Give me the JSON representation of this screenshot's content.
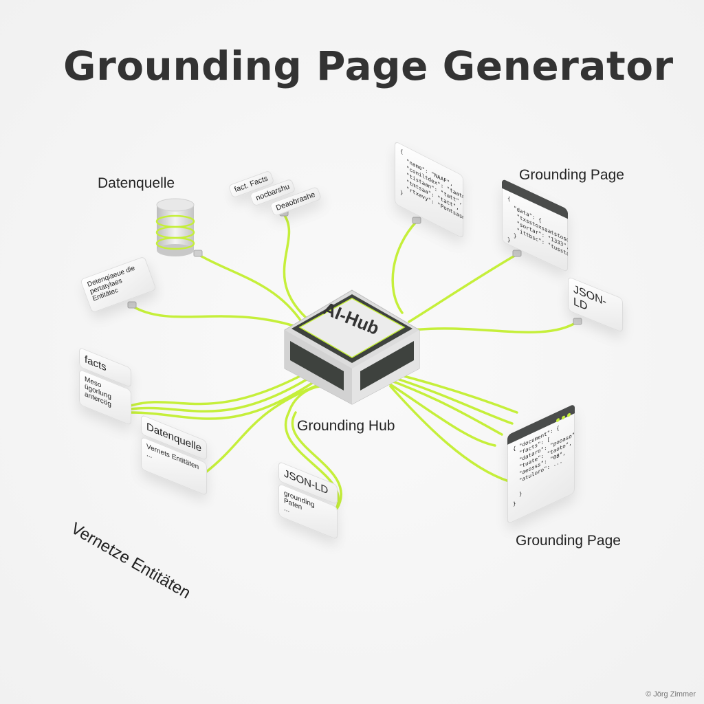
{
  "title": "Grounding Page Generator",
  "colors": {
    "cable": "#c5ef3a",
    "hub_body": "#e6e6e6",
    "port": "#3e423e",
    "text": "#222222"
  },
  "data_source": {
    "label": "Datenquelle",
    "icon": "database-icon",
    "tags": [
      "fact. Facts",
      "nocbarshu",
      "Deaobrashe"
    ],
    "card_lines": [
      "Detenqiaeue die",
      "pertatylaes Entitätec"
    ]
  },
  "code_card_top": {
    "lines": [
      "{",
      "  \"name\": \"NAAF\",",
      "  \"coniltdex\": \"taatmoxtsxesaisd\",",
      "  \"tistaan\": \"tatt\",",
      "  \"tmtsaa\": \"tatt\",",
      "  \"rtxavy\": \"Pontsasmaaoatoetcastsc\"",
      "}"
    ]
  },
  "grounding_page_top": {
    "label": "Grounding Page",
    "lines": [
      "{",
      "  \"data\": {",
      "   \"txsstoxsaatstosoitioatsa\",",
      "   \"sortar\": \"1333\",",
      "   \"ittbsc\": \"tusstag\"",
      "  }",
      "}"
    ]
  },
  "json_ld_tag": "JSON-LD",
  "hub": {
    "label": "AI-Hub",
    "caption": "Grounding Hub"
  },
  "left_cards": [
    {
      "title": "facts",
      "body": [
        "Meso ügorlung",
        "antercög"
      ]
    },
    {
      "title": "Datenquelle",
      "body": [
        "Vernets Entitäten",
        "..."
      ]
    },
    {
      "title": "JSON-LD",
      "body": [
        "grounding Paten",
        "..."
      ]
    }
  ],
  "caption_left": "Vernetze Entitäten",
  "grounding_page_bottom": {
    "label": "Grounding Page",
    "lines": [
      "{ \"document\": {",
      "  \"facts\": [",
      "  \"dataro\": \"pooaso\",",
      "  \"tuate\": \"taoto\",",
      "  \"aeosss\": \"08\",",
      "  \"atuloro\": ...",
      "",
      "  }",
      "}"
    ]
  },
  "copyright": "© Jörg Zimmer"
}
